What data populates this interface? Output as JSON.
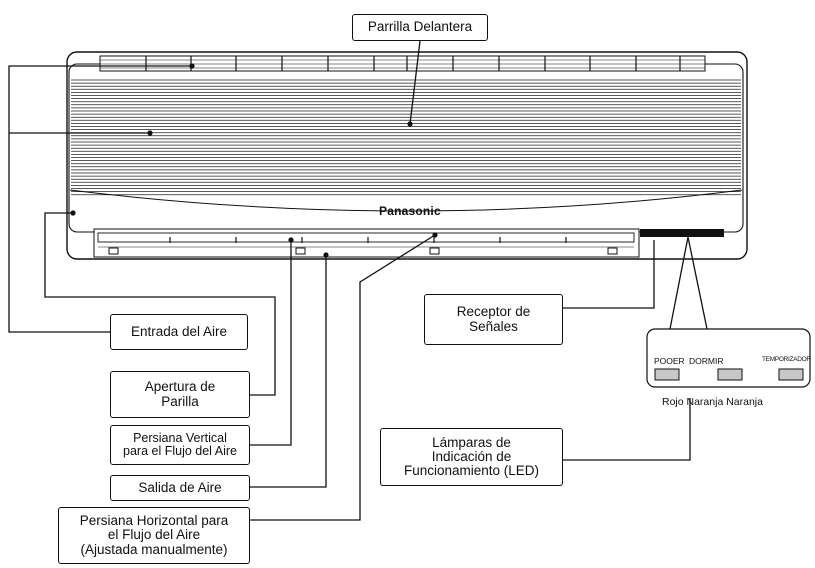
{
  "brand": "Panasonic",
  "labels": {
    "front_grille": "Parrilla Delantera",
    "air_intake": "Entrada del Aire",
    "grille_opening": "Apertura de\nParilla",
    "vertical_louver": "Persiana Vertical\npara el Flujo del Aire",
    "air_outlet": "Salida de Aire",
    "horizontal_louver": "Persiana Horizontal para\nel Flujo del Aire\n(Ajustada manualmente)",
    "signal_receiver": "Receptor de\nSeñales",
    "indicator_lamps": "Lámparas de\nIndicación de\nFuncionamiento (LED)"
  },
  "led_panel": {
    "power": "POOER",
    "sleep": "DORMIR",
    "timer": "TEMPORIZADOR",
    "colors_note": "Rojo Naranja Naranja"
  }
}
